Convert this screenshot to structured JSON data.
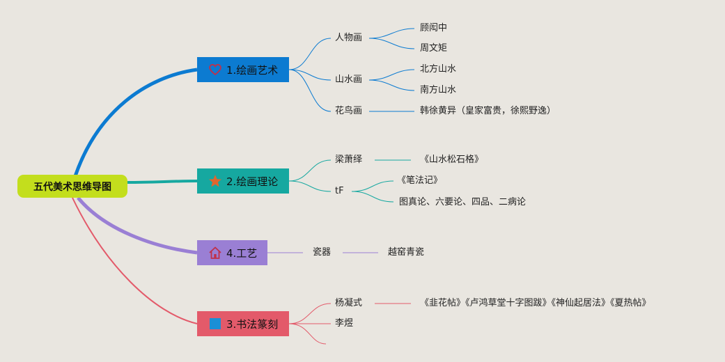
{
  "root": {
    "label": "五代美术思维导图"
  },
  "branches": [
    {
      "label": "1.绘画艺术",
      "icon": "heart-icon",
      "color": "#0c7bd1",
      "children": [
        {
          "label": "人物画",
          "children": [
            "顾闳中",
            "周文矩"
          ]
        },
        {
          "label": "山水画",
          "children": [
            "北方山水",
            "南方山水"
          ]
        },
        {
          "label": "花鸟画",
          "children": [
            "韩徐黄异（皇家富贵，徐熙野逸）"
          ]
        }
      ]
    },
    {
      "label": "2.绘画理论",
      "icon": "star-icon",
      "color": "#16a8a0",
      "children": [
        {
          "label": "梁萧绎",
          "children": [
            "《山水松石格》"
          ]
        },
        {
          "label": "tF",
          "children": [
            "《笔法记》",
            "图真论、六要论、四品、二病论"
          ]
        }
      ]
    },
    {
      "label": "4.工艺",
      "icon": "house-icon",
      "color": "#9a7fd4",
      "children": [
        {
          "label": "瓷器",
          "children": [
            "越窑青瓷"
          ]
        }
      ]
    },
    {
      "label": "3.书法篆刻",
      "icon": "square-icon",
      "color": "#e35a6a",
      "children": [
        {
          "label": "杨凝式",
          "children": [
            "《韭花帖》《卢鸿草堂十字图跋》《神仙起居法》《夏热帖》"
          ]
        },
        {
          "label": "李煜",
          "children": []
        },
        {
          "label": "",
          "children": []
        }
      ]
    }
  ]
}
